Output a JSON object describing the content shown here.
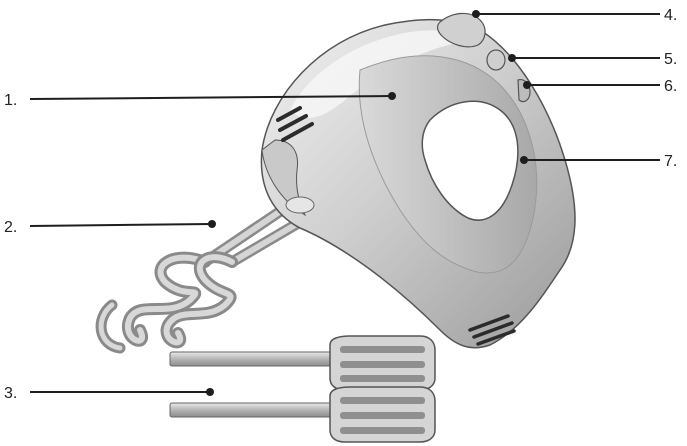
{
  "labels": [
    {
      "id": "1",
      "text": "1."
    },
    {
      "id": "2",
      "text": "2."
    },
    {
      "id": "3",
      "text": "3."
    },
    {
      "id": "4",
      "text": "4."
    },
    {
      "id": "5",
      "text": "5."
    },
    {
      "id": "6",
      "text": "6."
    },
    {
      "id": "7",
      "text": "7."
    }
  ],
  "colors": {
    "body_light": "#e3e3e3",
    "body_mid": "#bdbdbd",
    "body_dark": "#8a8a8a",
    "outline": "#555555",
    "vent": "#2b2b2b",
    "leader": "#1e1e1e"
  }
}
